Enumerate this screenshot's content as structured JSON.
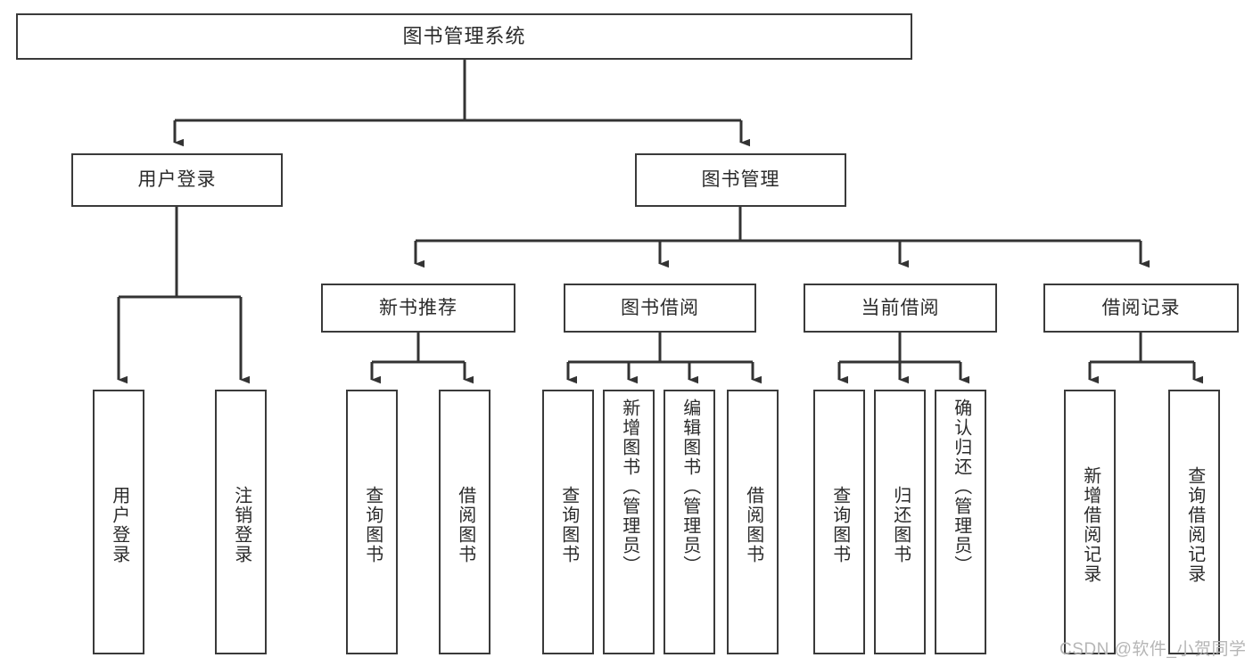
{
  "diagram": {
    "type": "tree",
    "title": "图书管理系统",
    "orientation": "top-down",
    "colors": {
      "background": "#ffffff",
      "box_border": "#3a3a3a",
      "box_fill": "#ffffff",
      "text": "#2b2b2b",
      "connector": "#333333",
      "watermark": "#b6b6b6"
    },
    "root": {
      "label": "图书管理系统"
    },
    "level2": [
      {
        "label": "用户登录"
      },
      {
        "label": "图书管理"
      }
    ],
    "level3": [
      {
        "label": "新书推荐"
      },
      {
        "label": "图书借阅"
      },
      {
        "label": "当前借阅"
      },
      {
        "label": "借阅记录"
      }
    ],
    "leaves": {
      "user_login": [
        {
          "label": "用户登录"
        },
        {
          "label": "注销登录"
        }
      ],
      "new_book_recommend": [
        {
          "label": "查询图书"
        },
        {
          "label": "借阅图书"
        }
      ],
      "book_borrow": [
        {
          "label": "查询图书"
        },
        {
          "label": "新增图书（管理员）"
        },
        {
          "label": "编辑图书（管理员）"
        },
        {
          "label": "借阅图书"
        }
      ],
      "current_borrow": [
        {
          "label": "查询图书"
        },
        {
          "label": "归还图书"
        },
        {
          "label": "确认归还（管理员）"
        }
      ],
      "borrow_record": [
        {
          "label": "新增借阅记录"
        },
        {
          "label": "查询借阅记录"
        }
      ]
    },
    "watermark": "CSDN @软件_小贺同学"
  }
}
